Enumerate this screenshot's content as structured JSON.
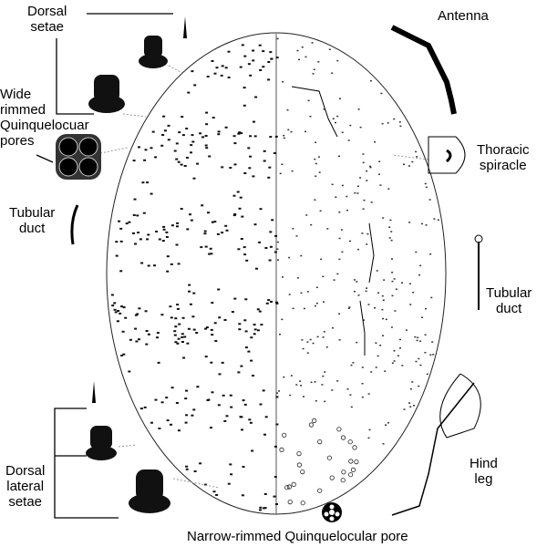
{
  "labels": {
    "dorsal_setae": [
      "Dorsal",
      "setae"
    ],
    "wide_pores": [
      "Wide",
      "rimmed",
      "Quinquelocuar",
      "pores"
    ],
    "tubular_duct_left": [
      "Tubular",
      "duct"
    ],
    "antenna": "Antenna",
    "thoracic_spiracle": [
      "Thoracic",
      "spiracle"
    ],
    "tubular_duct_right": [
      "Tubular",
      "duct"
    ],
    "hind_leg": [
      "Hind",
      "leg"
    ],
    "dorsal_lateral_setae": [
      "Dorsal",
      "lateral",
      "setae"
    ],
    "narrow_pore": "Narrow-rimmed Quinquelocular pore"
  }
}
